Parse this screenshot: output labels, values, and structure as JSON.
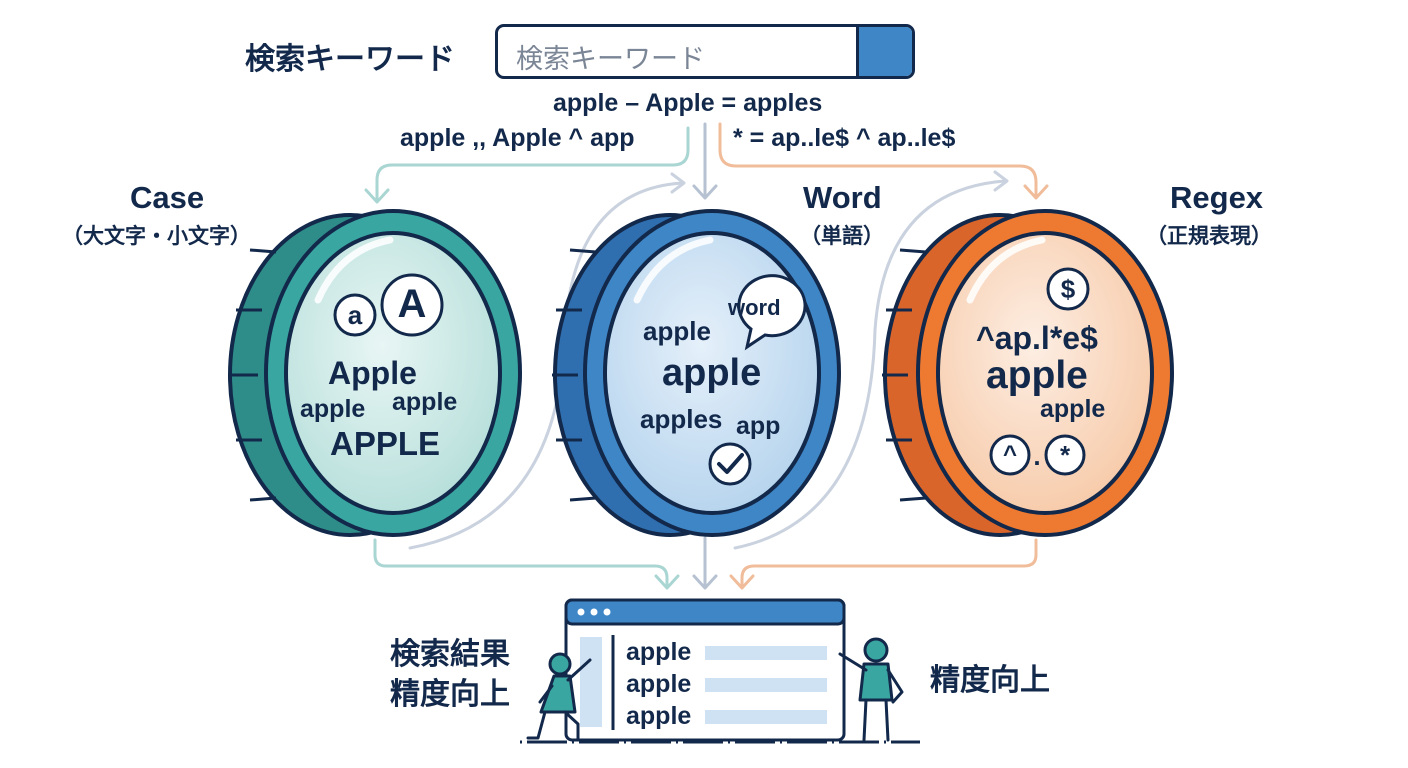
{
  "search": {
    "label": "検索キーワード",
    "placeholder": "検索キーワード",
    "button_icon": "search-icon"
  },
  "expressions": {
    "line1": "apple – Apple = apples",
    "line2_left": "apple ,, Apple ^ app",
    "line2_right": "* = ap..le$ ^ ap..le$"
  },
  "lenses": {
    "case": {
      "title": "Case",
      "subtitle": "（大文字・小文字）",
      "badge_small": "a",
      "badge_large": "A",
      "words": [
        "Apple",
        "apple",
        "apple",
        "APPLE"
      ],
      "color": "#3aa6a1"
    },
    "word": {
      "title": "Word",
      "subtitle": "（単語）",
      "bubble": "word",
      "words": [
        "apple",
        "apple",
        "apples",
        "app"
      ],
      "icon": "check-circle-icon",
      "color": "#3f86c6"
    },
    "regex": {
      "title": "Regex",
      "subtitle": "（正規表現）",
      "badge_top": "$",
      "pattern": "^ap.l*e$",
      "words": [
        "apple",
        "apple"
      ],
      "badge_caret": "^",
      "badge_dot": ".",
      "badge_star": "*",
      "color": "#ee7a32"
    }
  },
  "results": {
    "rows": [
      "apple",
      "apple",
      "apple"
    ],
    "left_caption": [
      "検索結果",
      "精度向上"
    ],
    "right_caption": "精度向上"
  }
}
